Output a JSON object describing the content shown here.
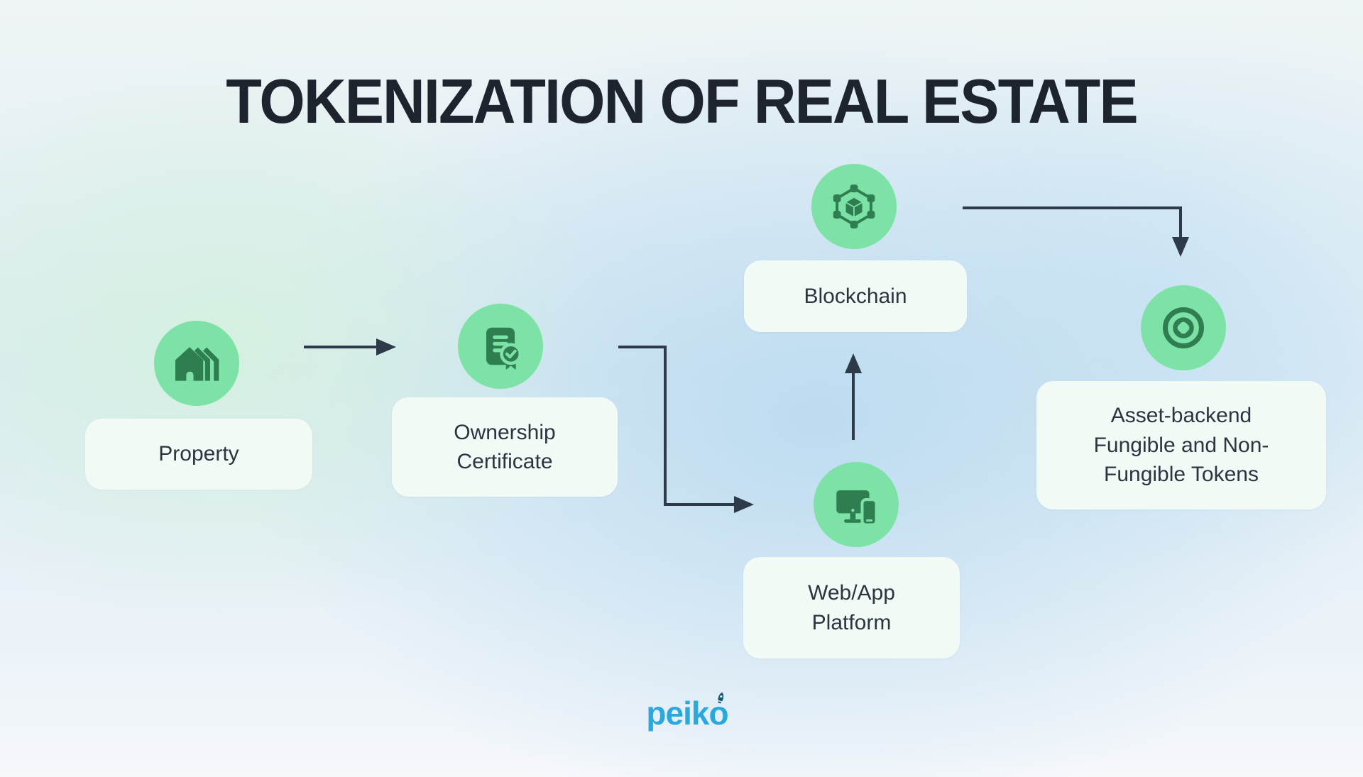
{
  "title": "TOKENIZATION OF REAL ESTATE",
  "nodes": [
    {
      "id": "property",
      "label": "Property",
      "icon": "house-icon"
    },
    {
      "id": "ownership-certificate",
      "label": "Ownership\nCertificate",
      "icon": "certificate-icon"
    },
    {
      "id": "blockchain",
      "label": "Blockchain",
      "icon": "blockchain-cube-icon"
    },
    {
      "id": "web-app-platform",
      "label": "Web/App\nPlatform",
      "icon": "devices-icon"
    },
    {
      "id": "tokens",
      "label": "Asset-backend\nFungible and Non-\nFungible Tokens",
      "icon": "coin-icon"
    }
  ],
  "arrows": [
    {
      "from": "property",
      "to": "ownership-certificate",
      "shape": "straight-right"
    },
    {
      "from": "ownership-certificate",
      "to": "web-app-platform",
      "shape": "elbow-right-down-right"
    },
    {
      "from": "web-app-platform",
      "to": "blockchain",
      "shape": "straight-up"
    },
    {
      "from": "blockchain",
      "to": "tokens",
      "shape": "elbow-right-down"
    }
  ],
  "logo": {
    "text": "peiko",
    "mark": "rocket-icon"
  },
  "colors": {
    "title_text": "#1d242e",
    "node_circle_green": "#7de2a5",
    "node_icon_green": "#2e7e52",
    "label_box_bg": "#f2faf6",
    "label_text": "#2b3540",
    "arrow": "#2d3a4a",
    "logo_blue": "#2ba9de"
  }
}
